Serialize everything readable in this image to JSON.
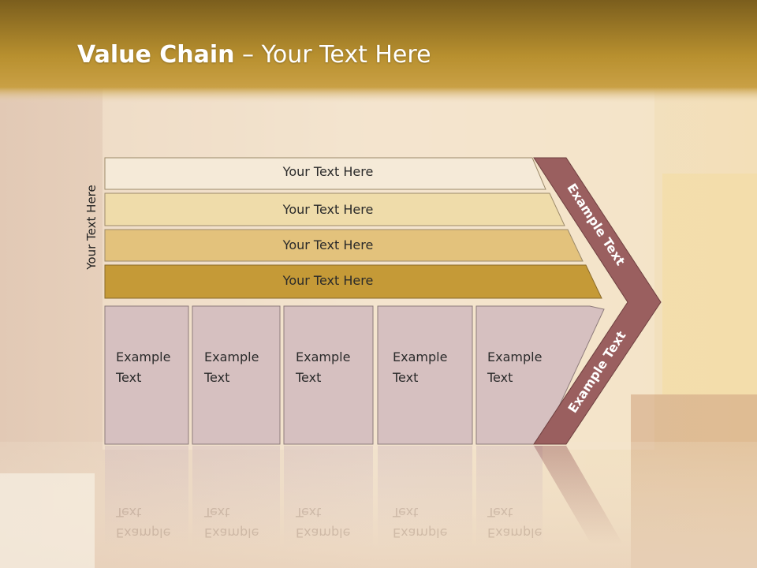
{
  "slide": {
    "title_bold": "Value Chain",
    "title_rest": " – Your Text Here",
    "vertical_label": "Your Text Here",
    "bands": [
      {
        "label": "Your Text Here",
        "color": "#f5ead8"
      },
      {
        "label": "Your Text Here",
        "color": "#efdcaa"
      },
      {
        "label": "Your Text Here",
        "color": "#e3c27c"
      },
      {
        "label": "Your Text Here",
        "color": "#c59a37"
      }
    ],
    "columns": [
      {
        "line1": "Example",
        "line2": "Text"
      },
      {
        "line1": "Example",
        "line2": "Text"
      },
      {
        "line1": "Example",
        "line2": "Text"
      },
      {
        "line1": "Example",
        "line2": "Text"
      },
      {
        "line1": "Example",
        "line2": "Text"
      }
    ],
    "chevron_top_label": "Example Text",
    "chevron_bottom_label": "Example Text",
    "colors": {
      "header_gold": "#c29a3b",
      "chevron": "#9a5f5f",
      "column_fill": "#d6c0c0"
    }
  }
}
